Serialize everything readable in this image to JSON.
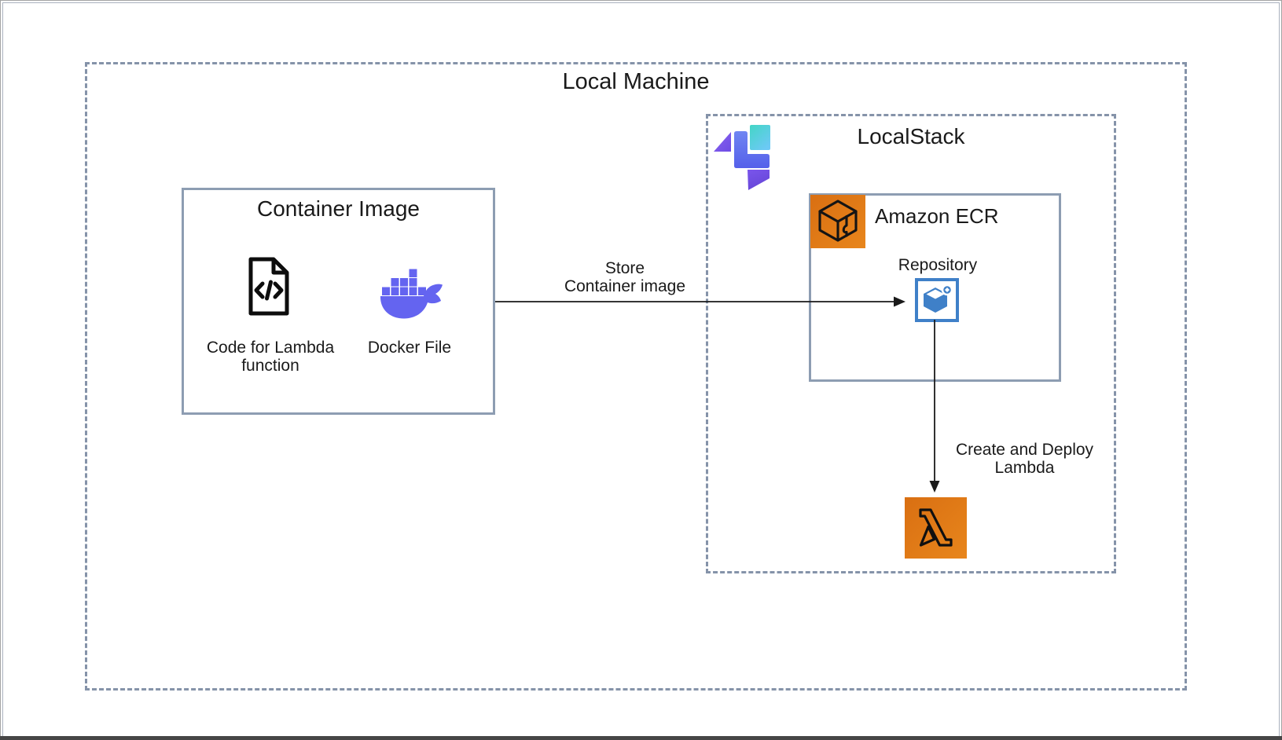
{
  "local_machine": {
    "title": "Local Machine"
  },
  "container_image": {
    "title": "Container Image",
    "code_item": {
      "icon": "code-file-icon",
      "label_line1": "Code for Lambda",
      "label_line2": "function"
    },
    "docker_item": {
      "icon": "docker-icon",
      "label": "Docker File"
    }
  },
  "store_arrow": {
    "label_line1": "Store",
    "label_line2": "Container image"
  },
  "localstack": {
    "title": "LocalStack",
    "logo": "localstack-logo",
    "ecr": {
      "title": "Amazon ECR",
      "icon": "amazon-ecr-icon",
      "repository": {
        "label": "Repository",
        "icon": "ecr-repository-icon"
      }
    },
    "deploy_arrow": {
      "label_line1": "Create and Deploy",
      "label_line2": "Lambda"
    },
    "lambda": {
      "icon": "aws-lambda-icon"
    }
  },
  "colors": {
    "dashed_border": "#8593A9",
    "solid_border": "#8D9DB2",
    "docker_indigo": "#6464F0",
    "aws_orange": "#DF7A16",
    "repository_blue": "#3F80C8",
    "localstack_purple": "#7B5BE8",
    "localstack_blue": "#5F74F0",
    "localstack_cyan": "#4FD3D3",
    "arrow_black": "#1A1A1A"
  }
}
